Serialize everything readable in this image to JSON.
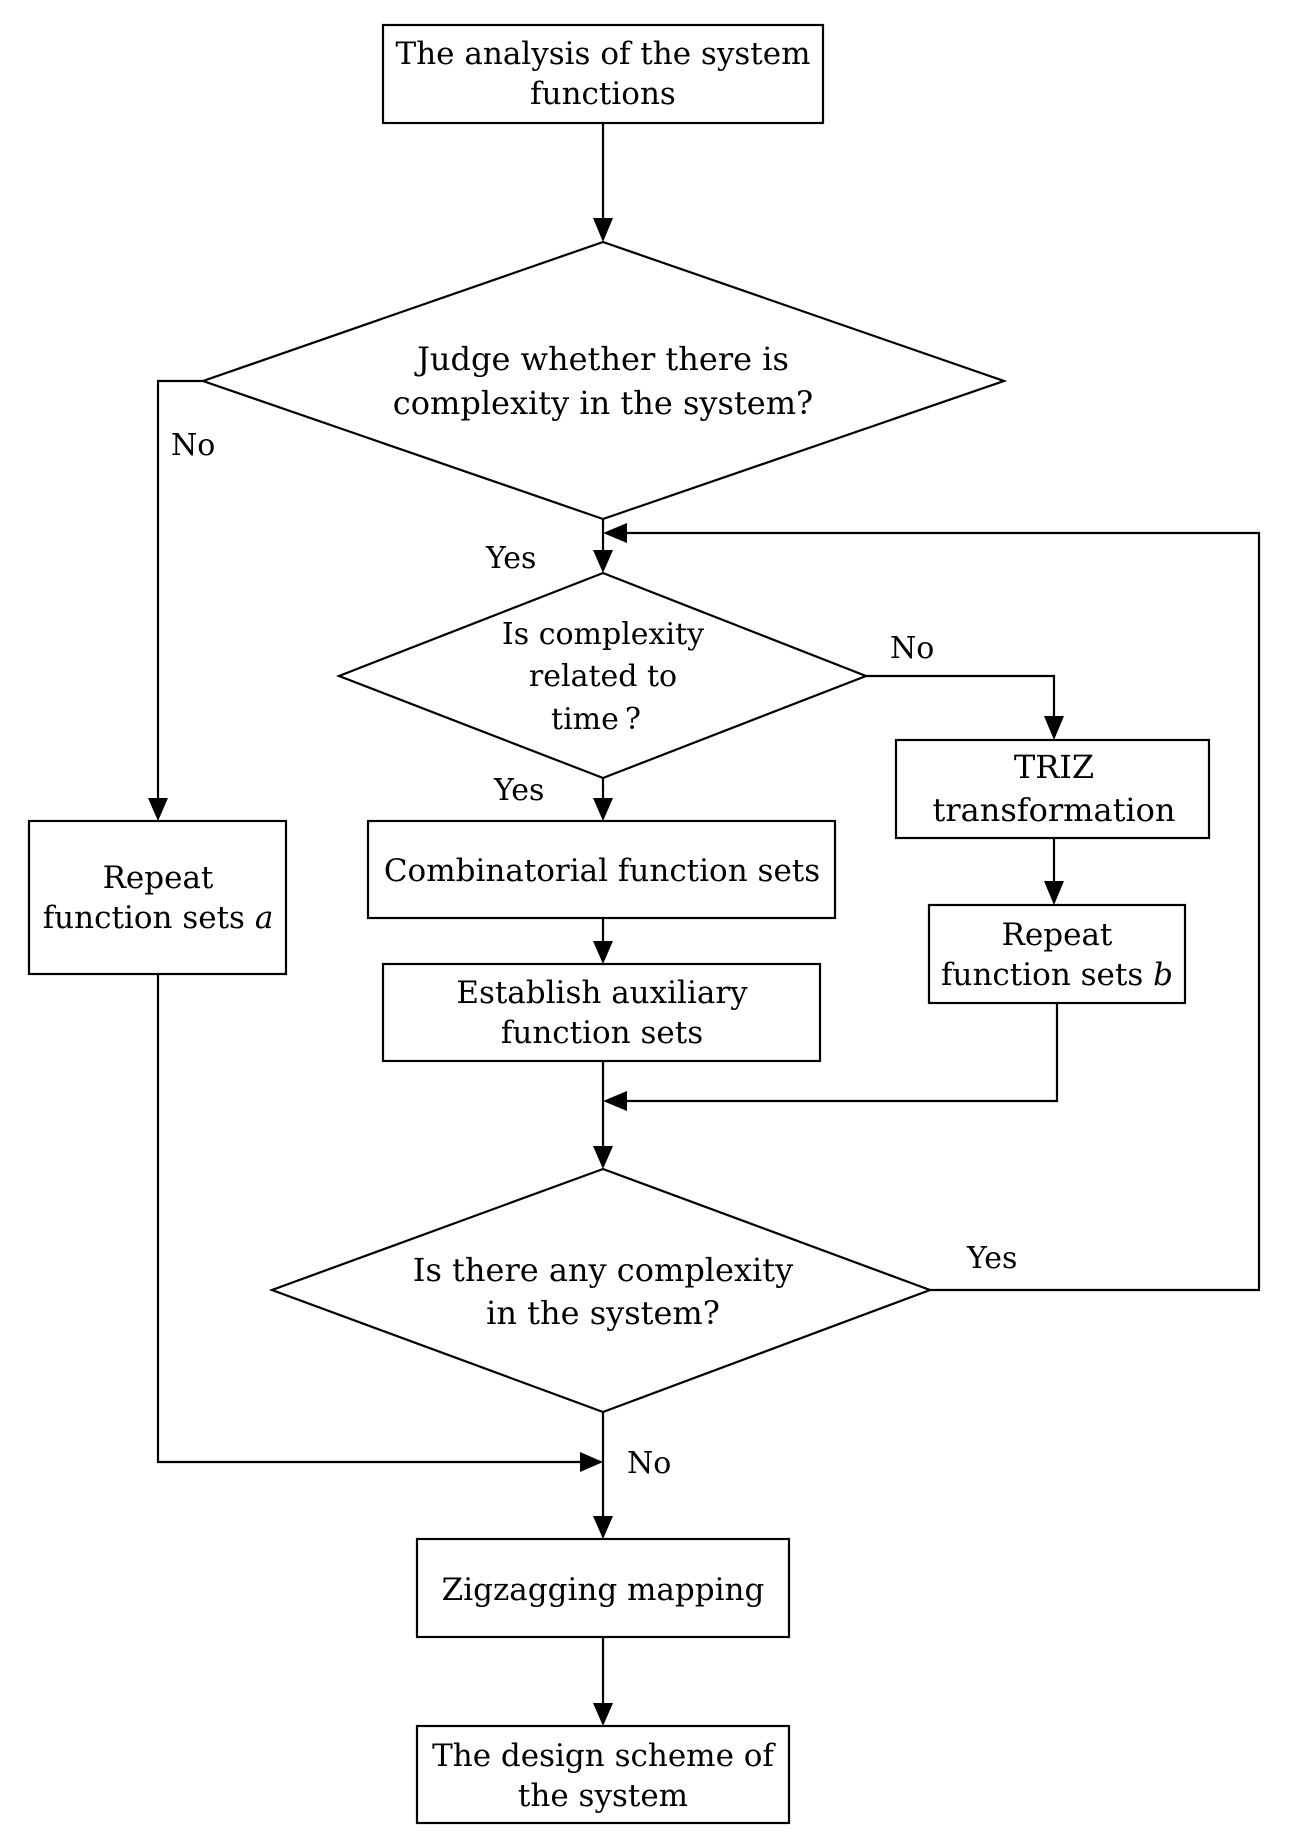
{
  "nodes": {
    "analysis": {
      "line1": "The analysis of the system",
      "line2": "functions"
    },
    "judge_complexity": {
      "line1": "Judge whether there is",
      "line2": "complexity in the system?"
    },
    "related_time": {
      "line1": "Is complexity",
      "line2": "related to",
      "line3": "time ?"
    },
    "triz": {
      "line1": "TRIZ",
      "line2": "transformation"
    },
    "repeat_a": {
      "line1": "Repeat",
      "line2": "function sets ",
      "var": "a"
    },
    "combinatorial": {
      "line1": "Combinatorial function sets"
    },
    "repeat_b": {
      "line1": "Repeat",
      "line2": "function sets ",
      "var": "b"
    },
    "auxiliary": {
      "line1": "Establish auxiliary",
      "line2": "function sets"
    },
    "any_complexity": {
      "line1": "Is there any complexity",
      "line2": "in the system?"
    },
    "zigzag": {
      "line1": "Zigzagging mapping"
    },
    "design": {
      "line1": "The design scheme of",
      "line2": "the system"
    }
  },
  "edge_labels": {
    "judge_no": "No",
    "judge_yes": "Yes",
    "time_no": "No",
    "time_yes": "Yes",
    "any_yes": "Yes",
    "any_no": "No"
  }
}
